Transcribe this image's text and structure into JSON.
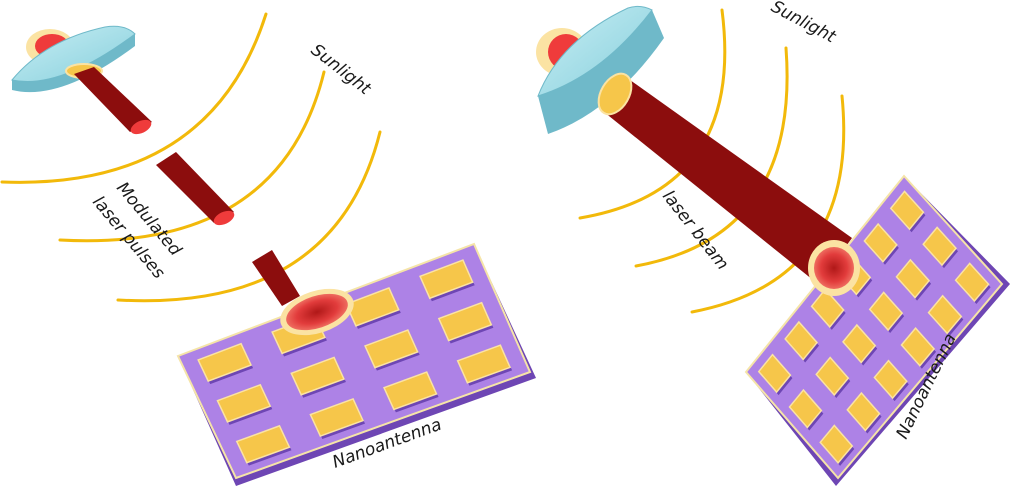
{
  "left_panel": {
    "sunlight_label": "Sunlight",
    "beam_label_line1": "Modulated",
    "beam_label_line2": "laser pulses",
    "antenna_label": "Nanoantenna"
  },
  "right_panel": {
    "sunlight_label": "Sunlight",
    "beam_label": "laser beam",
    "antenna_label": "Nanoantenna"
  },
  "colors": {
    "sunlight_wave": "#f2b90a",
    "laser": "#8c0d0d",
    "laser_tip": "#ef3b3b",
    "spot_ring": "#fbe3a3",
    "lens": "#9fdbe6",
    "lens_edge": "#6fb9c9",
    "chip": "#ad82e6",
    "chip_edge": "#6e46b4",
    "pad": "#f6c64a"
  },
  "left_chip_pad_grid": {
    "rows": 3,
    "cols": 4
  },
  "right_chip_pad_grid": {
    "rows": 6,
    "cols": 3
  }
}
